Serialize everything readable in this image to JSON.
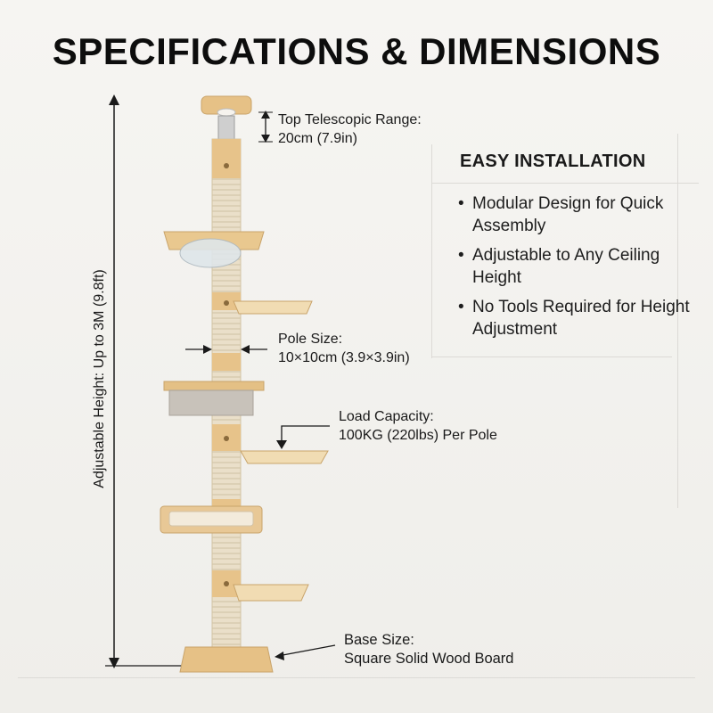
{
  "title": "SPECIFICATIONS & DIMENSIONS",
  "height_label": "Adjustable Height: Up to 3M (9.8ft)",
  "telescopic": {
    "title": "Top Telescopic Range:",
    "value": "20cm (7.9in)"
  },
  "pole": {
    "title": "Pole Size:",
    "value": "10×10cm (3.9×3.9in)"
  },
  "load": {
    "title": "Load Capacity:",
    "value": "100KG (220lbs) Per Pole"
  },
  "base": {
    "title": "Base Size:",
    "value": "Square Solid Wood Board"
  },
  "installation": {
    "title": "EASY INSTALLATION",
    "items": [
      "Modular Design for Quick Assembly",
      "Adjustable to Any Ceiling Height",
      "No Tools Required for Height Adjustment"
    ]
  },
  "colors": {
    "wood": "#e8c48c",
    "sisal": "#e9dcc4",
    "cushion": "#c9c3bb",
    "text": "#111111"
  }
}
